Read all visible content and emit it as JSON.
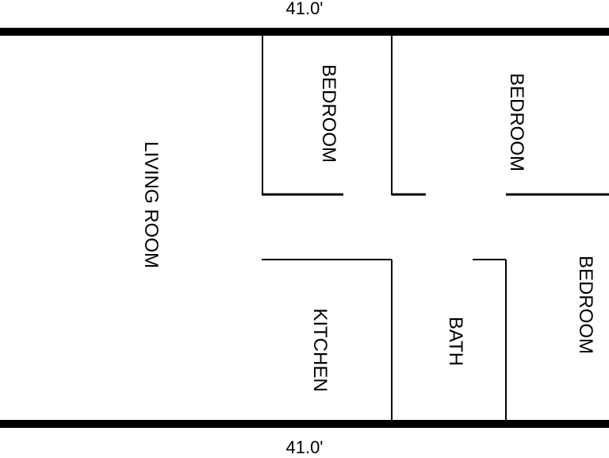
{
  "dimensions": {
    "top": "41.0'",
    "bottom": "41.0'"
  },
  "rooms": {
    "living_room": "LIVING ROOM",
    "bedroom_1": "BEDROOM",
    "bedroom_2": "BEDROOM",
    "bedroom_3": "BEDROOM",
    "kitchen": "KITCHEN",
    "bath": "BATH"
  },
  "colors": {
    "wall": "#000000",
    "background": "#ffffff"
  }
}
